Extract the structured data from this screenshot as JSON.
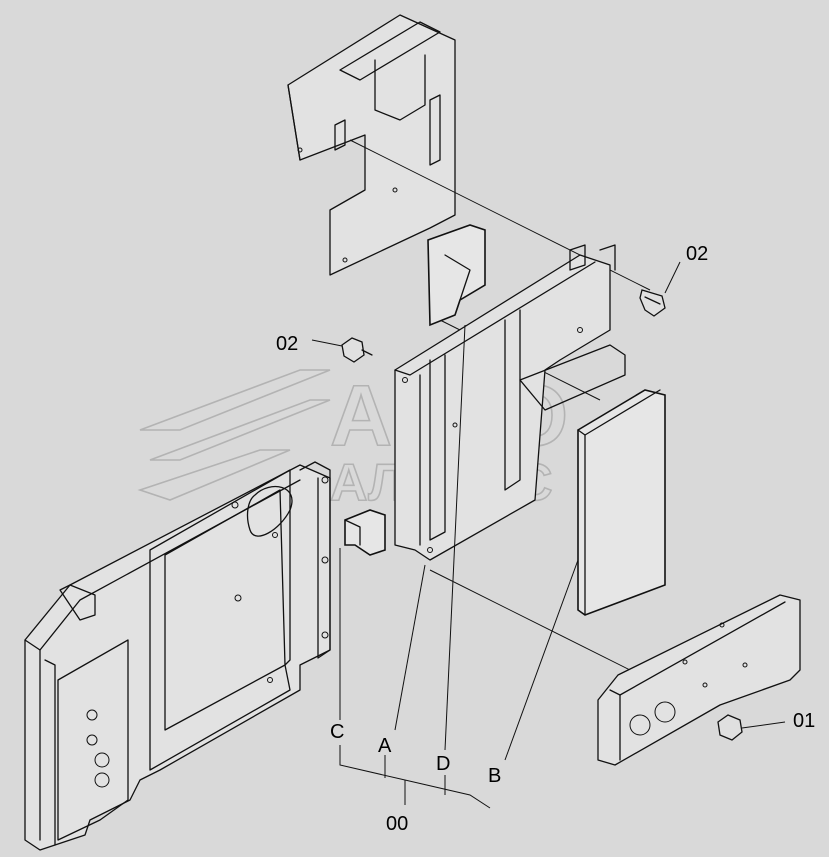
{
  "callouts": {
    "c02_top": "02",
    "c02_left": "02",
    "c01": "01",
    "c": "C",
    "a": "A",
    "d": "D",
    "b": "B",
    "c00": "00"
  },
  "watermark": {
    "line1": "АВТО",
    "line2": "АЛЬЯНС"
  },
  "colors": {
    "background": "#d9d9d9",
    "ink": "#111111"
  }
}
